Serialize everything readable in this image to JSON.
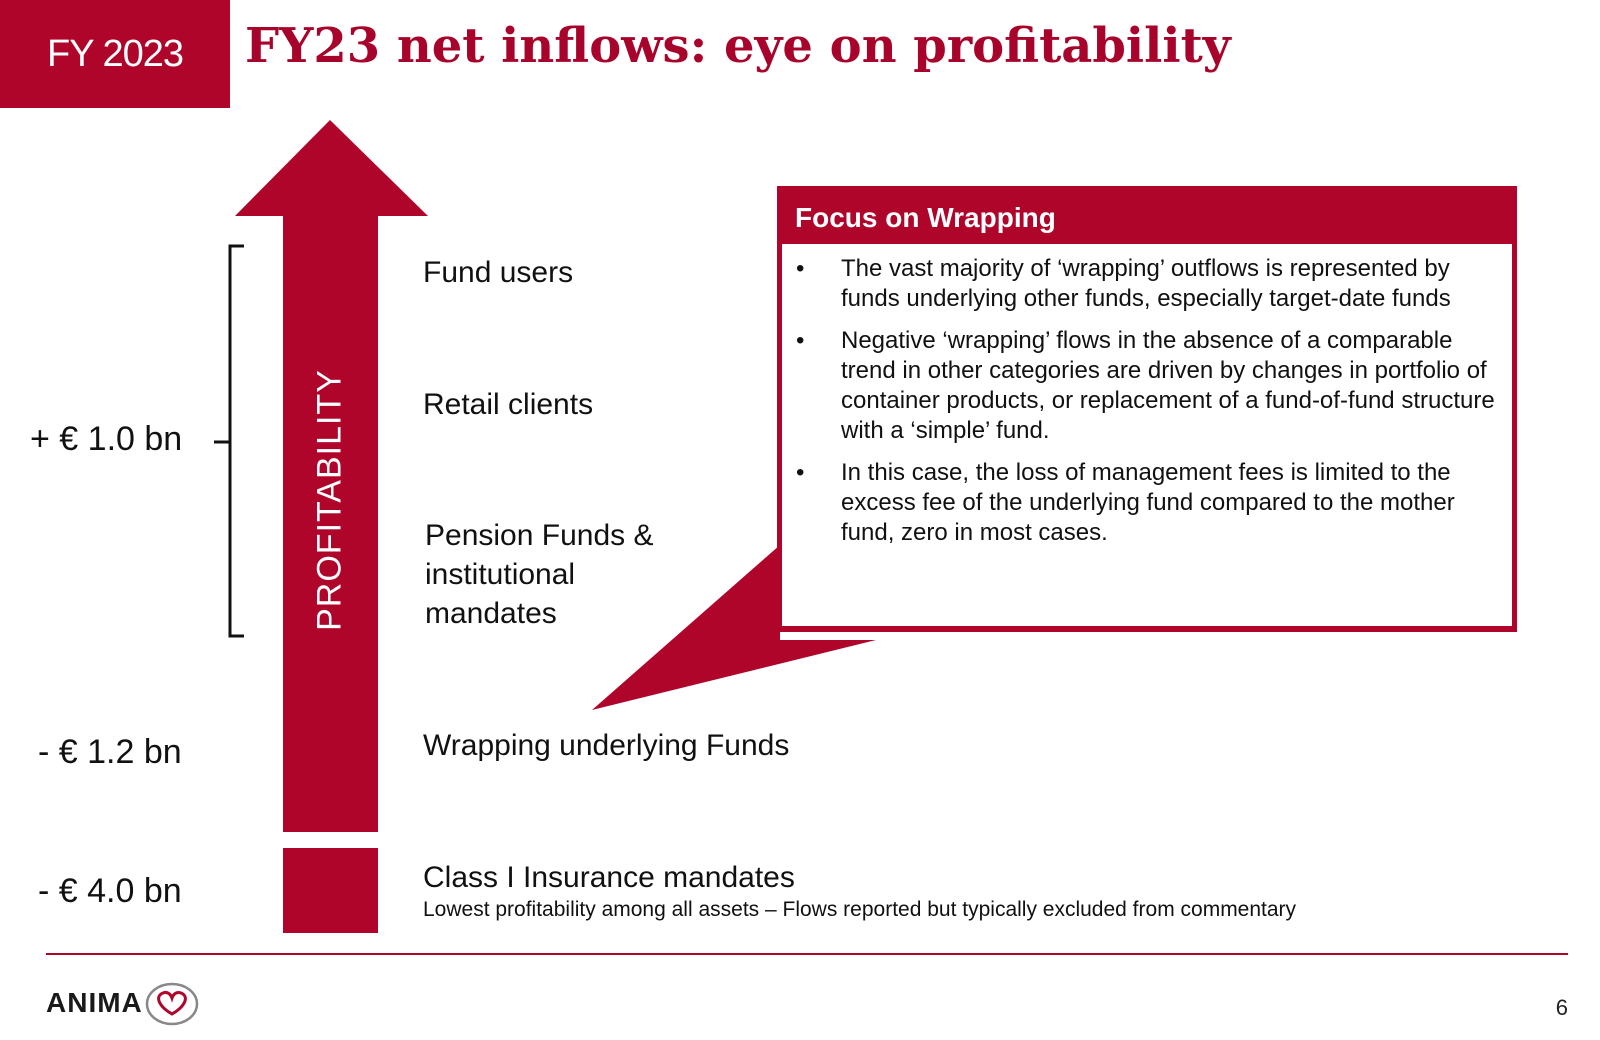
{
  "header": {
    "period": "FY 2023",
    "title": "FY23 net inflows: eye on profitability"
  },
  "arrow": {
    "label": "PROFITABILITY"
  },
  "amounts": {
    "group": "+ € 1.0 bn",
    "wrapping": "- € 1.2 bn",
    "insurance": "- € 4.0 bn"
  },
  "categories": {
    "fund_users": "Fund users",
    "retail": "Retail clients",
    "pension": "Pension Funds & institutional mandates",
    "wrapping": "Wrapping underlying Funds",
    "insurance": "Class I Insurance mandates",
    "insurance_note": "Lowest profitability among all assets – Flows reported but typically excluded from commentary"
  },
  "focus": {
    "title": "Focus on Wrapping",
    "bullets": [
      "The vast majority of ‘wrapping’ outflows is represented by funds underlying other funds, especially target-date funds",
      "Negative ‘wrapping’ flows in the absence of a comparable trend in other categories are driven by changes in portfolio of container products, or replacement of a fund-of-fund structure with a ‘simple’ fund.",
      "In this case, the loss of management fees is limited to the excess fee of the underlying fund compared to the mother fund, zero in most cases."
    ]
  },
  "footer": {
    "logo": "ANIMA",
    "page": "6"
  },
  "colors": {
    "accent": "#b0052b"
  }
}
